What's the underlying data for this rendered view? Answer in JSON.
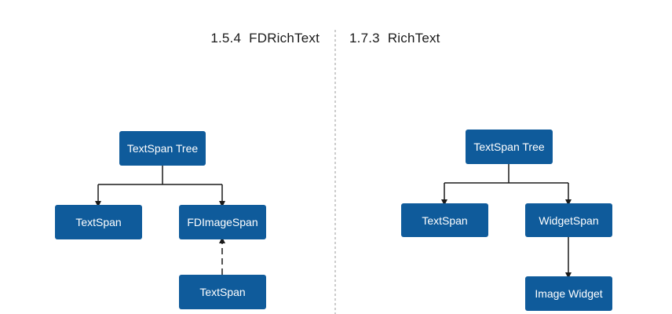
{
  "left": {
    "title_number": "1.5.4",
    "title_text": "FDRichText",
    "root": "TextSpan Tree",
    "child_left": "TextSpan",
    "child_right": "FDImageSpan",
    "sub_child": "TextSpan"
  },
  "right": {
    "title_number": "1.7.3",
    "title_text": "RichText",
    "root": "TextSpan Tree",
    "child_left": "TextSpan",
    "child_right": "WidgetSpan",
    "sub_child": "Image Widget"
  },
  "colors": {
    "node_fill": "#0f5b9b",
    "node_text": "#ffffff",
    "connector": "#1a1a1a",
    "divider": "#9a9a9a"
  }
}
